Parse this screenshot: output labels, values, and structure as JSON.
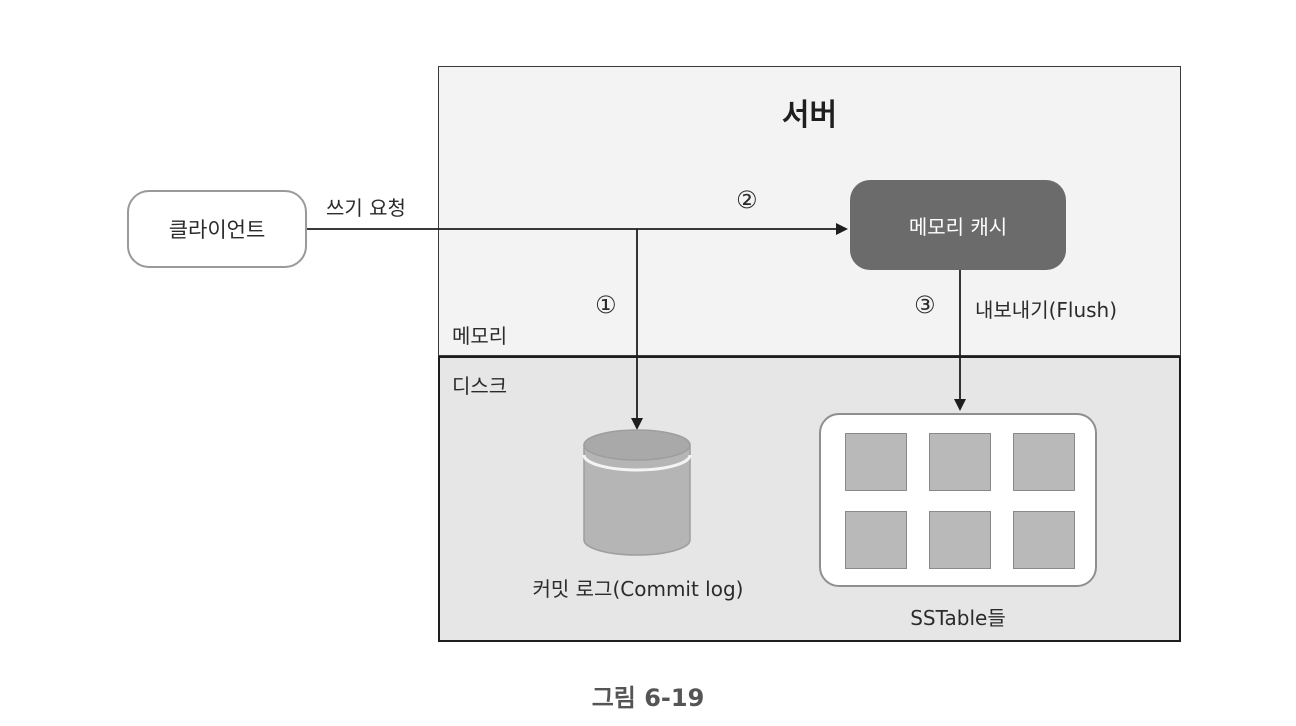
{
  "server": {
    "title": "서버",
    "memory_label": "메모리",
    "disk_label": "디스크"
  },
  "client": {
    "label": "클라이언트"
  },
  "write_request": {
    "label": "쓰기 요청"
  },
  "memory_cache": {
    "label": "메모리 캐시"
  },
  "steps": {
    "step1": "①",
    "step2": "②",
    "step3": "③",
    "flush_label": "내보내기(Flush)"
  },
  "commit_log": {
    "label": "커밋 로그(Commit log)"
  },
  "sstables": {
    "label": "SSTable들",
    "cell_count": 6
  },
  "figure": {
    "caption": "그림 6-19"
  },
  "colors": {
    "memory_bg": "#f3f3f3",
    "disk_bg": "#e6e6e6",
    "cache_bg": "#6b6b6b",
    "cylinder_body": "#b5b5b5",
    "cell_fill": "#b9b9b9"
  }
}
